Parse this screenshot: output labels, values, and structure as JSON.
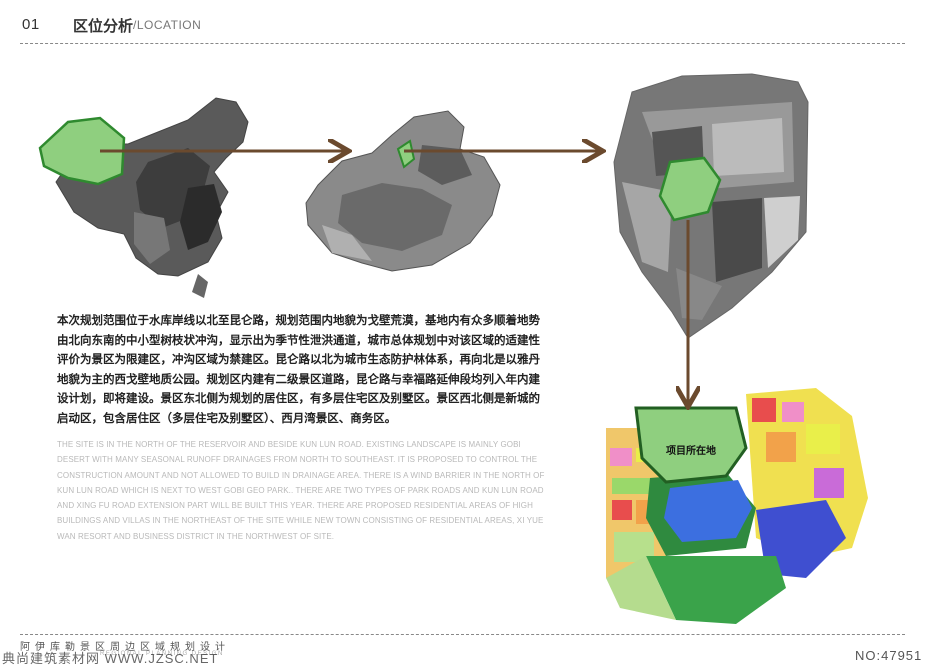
{
  "header": {
    "page_number": "01",
    "title_zh": "区位分析",
    "title_en": "/LOCATION"
  },
  "maps": {
    "china": {
      "icon": "china-map-icon"
    },
    "xinjiang": {
      "icon": "xinjiang-map-icon"
    },
    "city": {
      "icon": "city-plan-map-icon"
    },
    "site": {
      "icon": "site-plan-map-icon",
      "label": "项目所在地"
    },
    "colors": {
      "highlight": "#8fcf7f",
      "highlight_border": "#2f8a2f",
      "arrow": "#6b4a2e",
      "water": "#3c6fe0"
    }
  },
  "description": {
    "zh": "本次规划范围位于水库岸线以北至昆仑路，规划范围内地貌为戈壁荒漠，基地内有众多顺着地势由北向东南的中小型树枝状冲沟，显示出为季节性泄洪通道，城市总体规划中对该区域的适建性评价为景区为限建区，冲沟区域为禁建区。昆仑路以北为城市生态防护林体系，再向北是以雅丹地貌为主的西戈壁地质公园。规划区内建有二级景区道路，昆仑路与幸福路延伸段均列入年内建设计划，即将建设。景区东北侧为规划的居住区，有多层住宅区及别墅区。景区西北侧是新城的启动区，包含居住区（多层住宅及别墅区）、西月湾景区、商务区。",
    "en": "The site is in the north of the reservoir and beside Kun Lun Road. Existing landscape is mainly Gobi desert with many seasonal runoff drainages from north to southeast. It is proposed to control the construction amount and not allowed to build in drainage area. There is a wind barrier in the north of Kun Lun Road which is next to west Gobi geo park.. There are two types of park roads and Kun Lun Road and Xing Fu Road extension part will be built this year. There are proposed residential areas of high buildings and villas in the northeast of the site while new town consisting of residential areas, Xi Yue Wan resort and business district in the northwest of site."
  },
  "footer": {
    "title_zh": "阿伊库勒景区周边区域规划设计",
    "subtitle_en": "REGIONAL PLANNING DESIGN",
    "watermark": "典尚建筑素材网 WWW.JZSC.NET",
    "serial": "NO:47951"
  }
}
